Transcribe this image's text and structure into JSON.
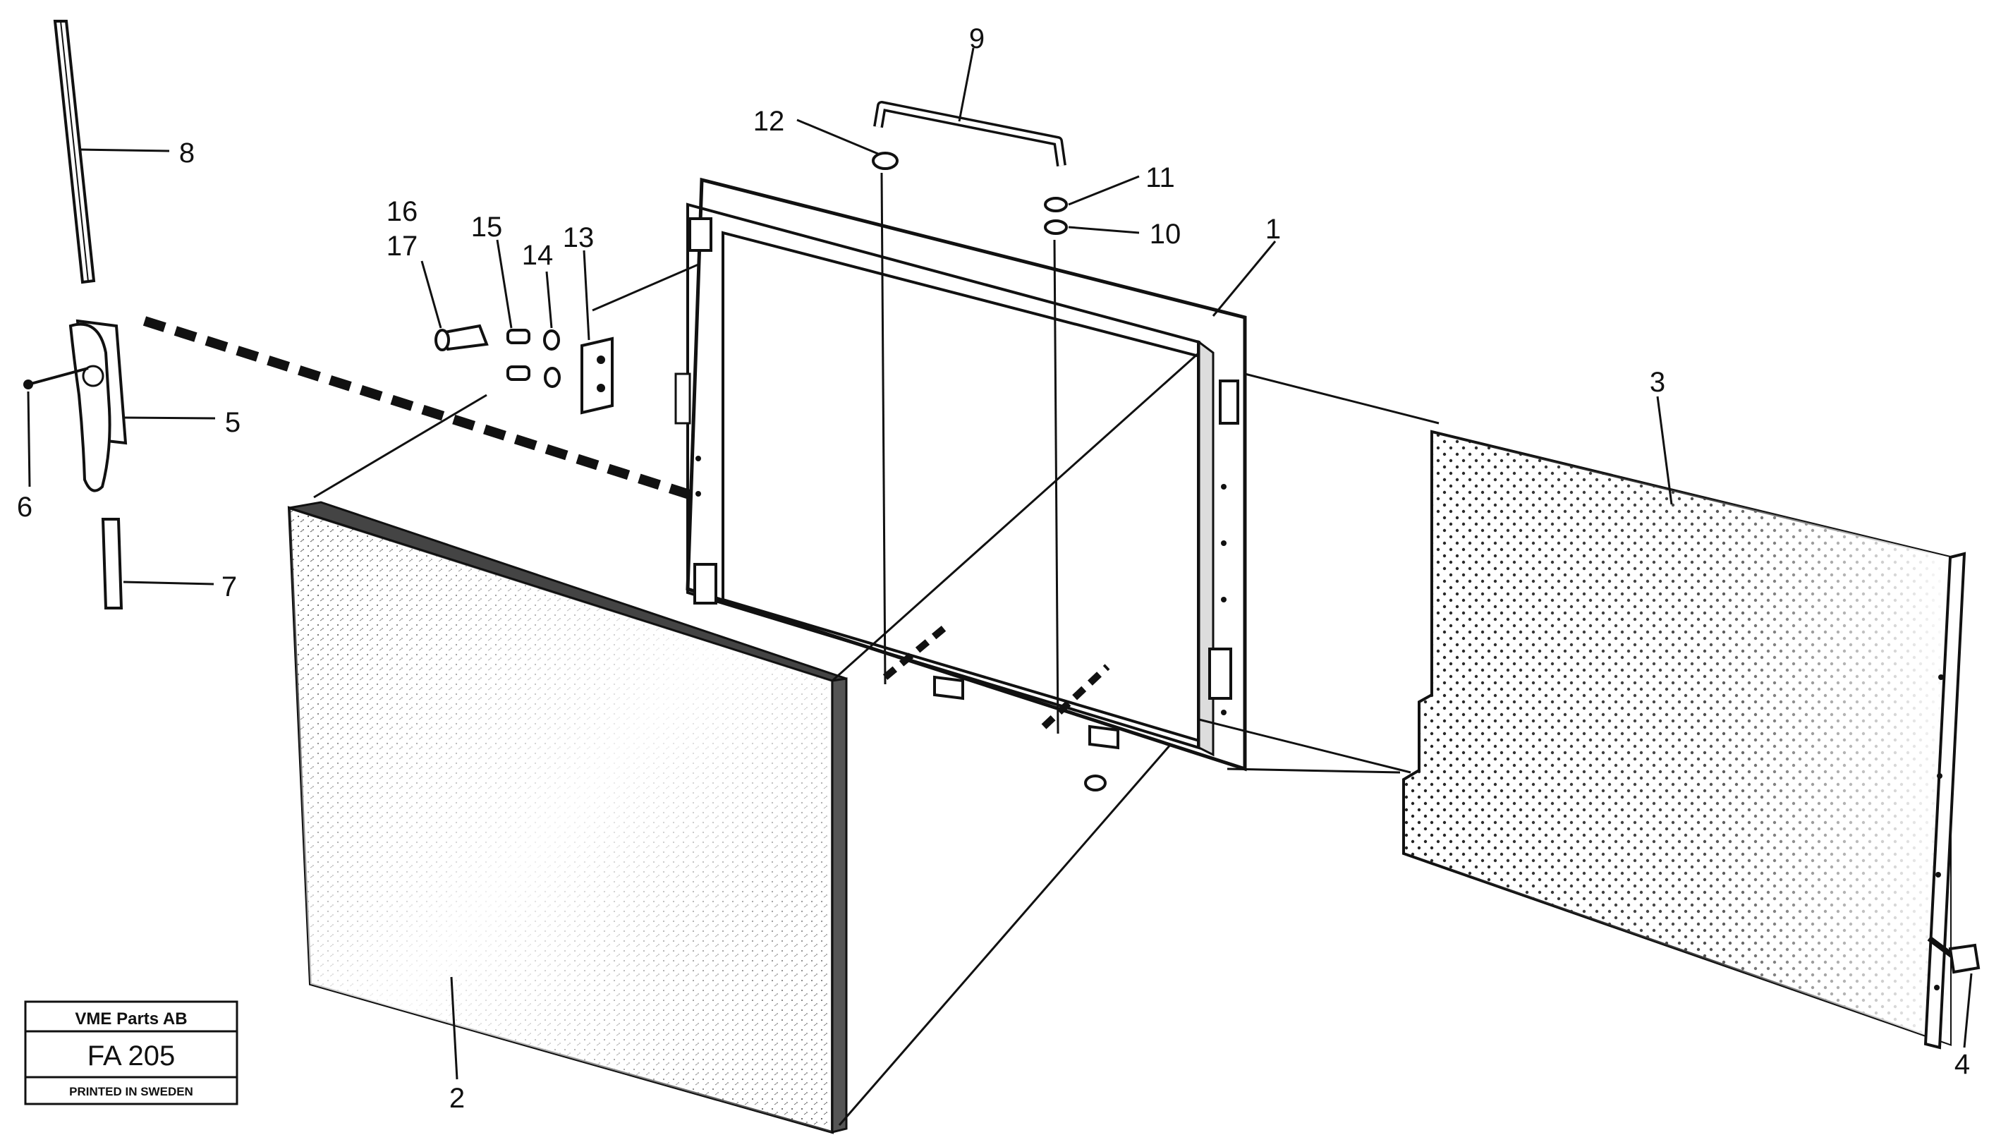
{
  "callouts": [
    {
      "id": "1",
      "text": "1"
    },
    {
      "id": "2",
      "text": "2"
    },
    {
      "id": "3",
      "text": "3"
    },
    {
      "id": "4",
      "text": "4"
    },
    {
      "id": "5",
      "text": "5"
    },
    {
      "id": "6",
      "text": "6"
    },
    {
      "id": "7",
      "text": "7"
    },
    {
      "id": "8",
      "text": "8"
    },
    {
      "id": "9",
      "text": "9"
    },
    {
      "id": "10",
      "text": "10"
    },
    {
      "id": "11",
      "text": "11"
    },
    {
      "id": "12",
      "text": "12"
    },
    {
      "id": "13",
      "text": "13"
    },
    {
      "id": "14",
      "text": "14"
    },
    {
      "id": "15",
      "text": "15"
    },
    {
      "id": "16",
      "text": "16"
    },
    {
      "id": "17",
      "text": "17"
    }
  ],
  "title_box": {
    "company": "VME Parts AB",
    "code": "FA 205",
    "printed": "PRINTED IN SWEDEN"
  }
}
